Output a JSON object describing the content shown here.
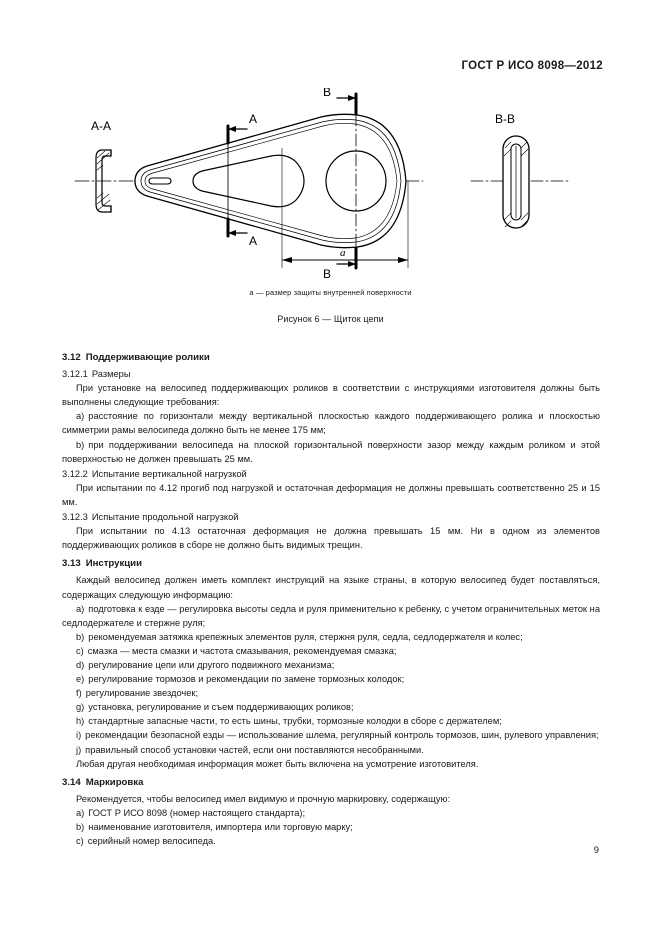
{
  "header": {
    "standard_title": "ГОСТ Р ИСО 8098—2012"
  },
  "figure": {
    "labels": {
      "section_aa": "A-A",
      "section_bb": "B-B",
      "arrow_a_top": "A",
      "arrow_a_bottom": "A",
      "arrow_b_top": "B",
      "arrow_b_bottom": "B",
      "dimension_a": "a"
    },
    "note": "a — размер защиты внутренней поверхности",
    "caption": "Рисунок 6 — Щиток цепи"
  },
  "sections": {
    "s312": {
      "num": "3.12",
      "title": "Поддерживающие ролики",
      "s3121": {
        "num": "3.12.1",
        "title": "Размеры",
        "intro": "При установке на велосипед поддерживающих роликов в соответствии с инструкциями изготовителя должны быть выполнены следующие требования:",
        "items": [
          {
            "mark": "a)",
            "text": "расстояние по горизонтали между вертикальной плоскостью каждого поддерживающего ролика и плоскостью симметрии рамы велосипеда должно быть не менее 175 мм;"
          },
          {
            "mark": "b)",
            "text": "при поддерживании велосипеда на плоской горизонтальной поверхности зазор между каждым роликом и этой поверхностью не должен превышать 25 мм."
          }
        ]
      },
      "s3122": {
        "num": "3.12.2",
        "title": "Испытание вертикальной нагрузкой",
        "text": "При испытании по 4.12 прогиб под нагрузкой и остаточная деформация не должны превышать соответственно 25 и 15 мм."
      },
      "s3123": {
        "num": "3.12.3",
        "title": "Испытание продольной нагрузкой",
        "text": "При испытании по 4.13 остаточная деформация не должна превышать 15 мм. Ни в одном из элементов поддерживающих роликов в сборе не должно быть видимых трещин."
      }
    },
    "s313": {
      "num": "3.13",
      "title": "Инструкции",
      "intro": "Каждый велосипед должен иметь комплект инструкций на языке страны, в которую велосипед будет поставляться, содержащих следующую информацию:",
      "items": [
        {
          "mark": "a)",
          "text": "подготовка к езде — регулировка высоты седла и руля применительно к ребенку, с учетом ограничительных меток на седлодержателе и стержне руля;"
        },
        {
          "mark": "b)",
          "text": "рекомендуемая затяжка крепежных элементов руля, стержня руля, седла, седлодержателя и колес;"
        },
        {
          "mark": "c)",
          "text": "смазка — места смазки и частота смазывания, рекомендуемая смазка;"
        },
        {
          "mark": "d)",
          "text": "регулирование цепи или другого подвижного механизма;"
        },
        {
          "mark": "e)",
          "text": "регулирование тормозов и рекомендации по замене тормозных колодок;"
        },
        {
          "mark": "f)",
          "text": "регулирование звездочек;"
        },
        {
          "mark": "g)",
          "text": "установка, регулирование и съем поддерживающих роликов;"
        },
        {
          "mark": "h)",
          "text": "стандартные запасные части, то есть шины, трубки, тормозные колодки в сборе с держателем;"
        },
        {
          "mark": "i)",
          "text": "рекомендации безопасной езды — использование шлема, регулярный контроль тормозов, шин, рулевого управления;"
        },
        {
          "mark": "j)",
          "text": "правильный способ установки частей, если они поставляются несобранными."
        }
      ],
      "closing": "Любая другая необходимая информация может быть включена на усмотрение изготовителя."
    },
    "s314": {
      "num": "3.14",
      "title": "Маркировка",
      "intro": "Рекомендуется, чтобы велосипед имел видимую и прочную маркировку, содержащую:",
      "items": [
        {
          "mark": "a)",
          "text": "ГОСТ Р ИСО 8098 (номер настоящего стандарта);"
        },
        {
          "mark": "b)",
          "text": "наименование изготовителя, импортера или торговую марку;"
        },
        {
          "mark": "c)",
          "text": "серийный номер велосипеда."
        }
      ]
    }
  },
  "footer": {
    "page_number": "9"
  }
}
